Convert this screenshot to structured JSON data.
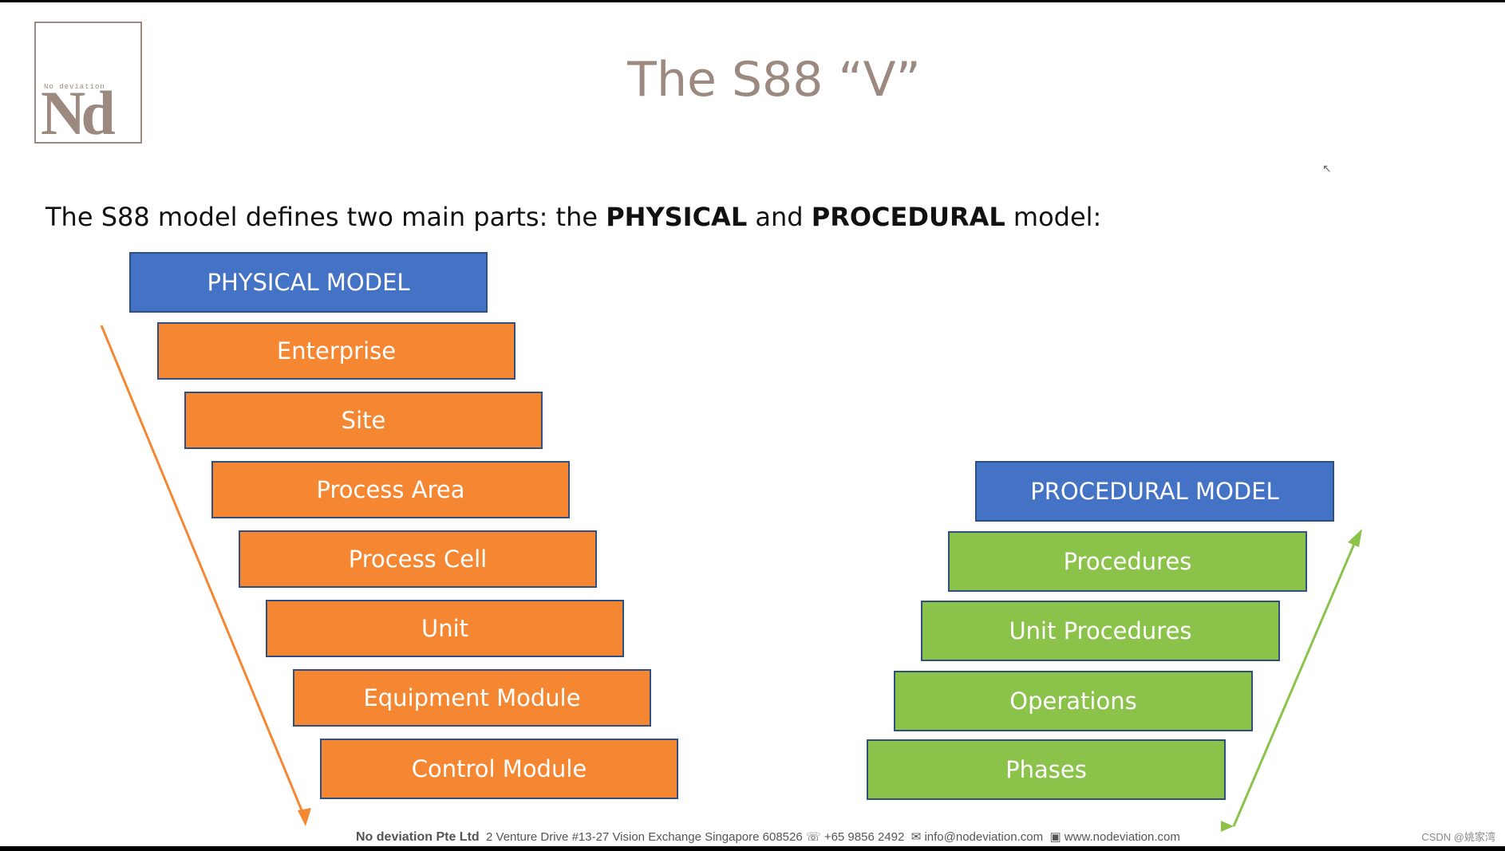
{
  "logo": {
    "small_text": "No deviation",
    "letters": "Nd"
  },
  "title": "The S88 “V”",
  "subtitle": {
    "part1": "The S88 model defines two main parts: the ",
    "physical": "PHYSICAL",
    "part2": " and ",
    "procedural": "PROCEDURAL",
    "part3": " model:"
  },
  "physical_model": {
    "header": "PHYSICAL MODEL",
    "levels": [
      "Enterprise",
      "Site",
      "Process Area",
      "Process Cell",
      "Unit",
      "Equipment Module",
      "Control Module"
    ]
  },
  "procedural_model": {
    "header": "PROCEDURAL MODEL",
    "levels": [
      "Procedures",
      "Unit Procedures",
      "Operations",
      "Phases"
    ]
  },
  "footer": {
    "company": "No deviation Pte Ltd",
    "address": "2 Venture Drive #13-27 Vision Exchange Singapore 608526",
    "phone": "+65 9856 2492",
    "email": "info@nodeviation.com",
    "website": "www.nodeviation.com"
  },
  "watermark": "CSDN @姚家湾",
  "colors": {
    "header_blue": "#4472c4",
    "physical_orange": "#f58733",
    "procedural_green": "#8bc34a",
    "title_brown": "#9c8a80"
  }
}
